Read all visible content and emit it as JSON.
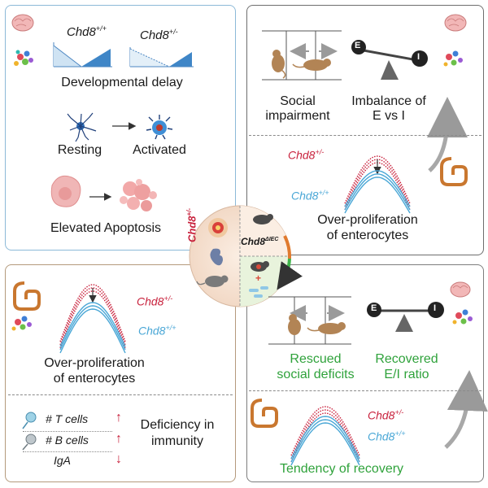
{
  "top_left": {
    "genotype_wt": "Chd8",
    "genotype_wt_sup": "+/+",
    "genotype_het": "Chd8",
    "genotype_het_sup": "+/-",
    "developmental_delay": "Developmental delay",
    "resting": "Resting",
    "activated": "Activated",
    "elevated_apoptosis": "Elevated Apoptosis"
  },
  "top_right": {
    "social_impairment_line1": "Social",
    "social_impairment_line2": "impairment",
    "imbalance_line1": "Imbalance of",
    "imbalance_line2": "E vs I",
    "e_label": "E",
    "i_label": "I",
    "chd8_het": "Chd8",
    "chd8_het_sup": "+/-",
    "chd8_wt": "Chd8",
    "chd8_wt_sup": "+/+",
    "over_prolif_line1": "Over-proliferation",
    "over_prolif_line2": "of enterocytes"
  },
  "center": {
    "chd8_het": "Chd8",
    "chd8_het_sup": "+/-",
    "chd8_iec": "Chd8",
    "chd8_iec_sup": "ΔIEC",
    "plus": "+"
  },
  "bottom_left": {
    "chd8_het": "Chd8",
    "chd8_het_sup": "+/-",
    "chd8_wt": "Chd8",
    "chd8_wt_sup": "+/+",
    "over_prolif_line1": "Over-proliferation",
    "over_prolif_line2": "of enterocytes",
    "t_cells": "# T cells",
    "b_cells": "# B cells",
    "iga": "IgA",
    "deficiency_line1": "Deficiency in",
    "deficiency_line2": "immunity",
    "arrow_t": "↑",
    "arrow_b": "↑",
    "arrow_iga": "↓"
  },
  "bottom_right": {
    "e_label": "E",
    "i_label": "I",
    "rescued_line1": "Rescued",
    "rescued_line2": "social deficits",
    "recovered_line1": "Recovered",
    "recovered_line2": "E/I ratio",
    "chd8_het": "Chd8",
    "chd8_het_sup": "+/-",
    "chd8_wt": "Chd8",
    "chd8_wt_sup": "+/+",
    "tendency": "Tendency of recovery"
  },
  "colors": {
    "red": "#c8213c",
    "blue": "#4aa7d6",
    "green": "#2fa23b",
    "panel_blue_border": "#8cb9d8",
    "panel_brown_border": "#b49a7c"
  }
}
